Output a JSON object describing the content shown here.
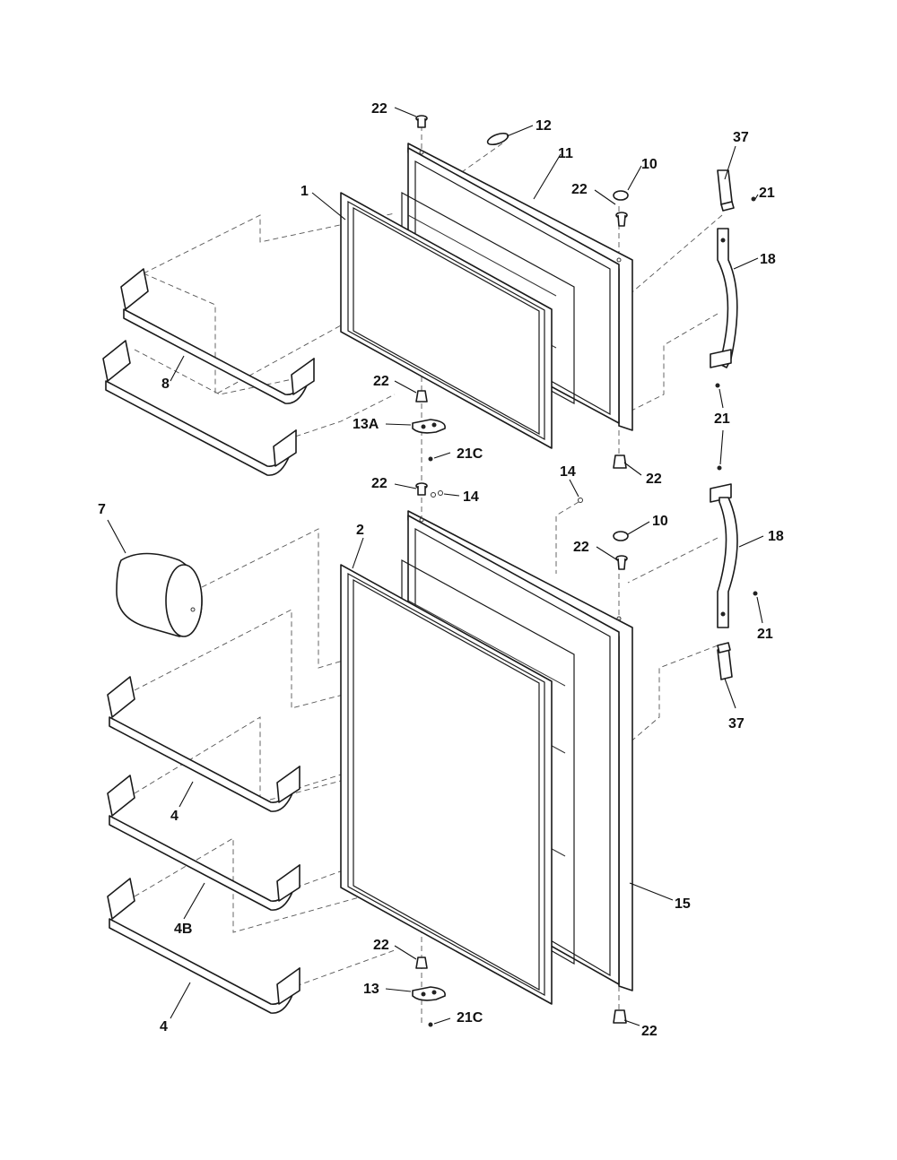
{
  "callouts": {
    "c1": "1",
    "c2": "2",
    "c4a": "4",
    "c4b": "4B",
    "c4c": "4",
    "c7": "7",
    "c8": "8",
    "c10a": "10",
    "c10b": "10",
    "c11": "11",
    "c12": "12",
    "c13": "13",
    "c13a": "13A",
    "c14a": "14",
    "c14b": "14",
    "c15": "15",
    "c18a": "18",
    "c18b": "18",
    "c21a": "21",
    "c21b": "21",
    "c21c": "21",
    "c21ca": "21C",
    "c21cb": "21C",
    "c22a": "22",
    "c22b": "22",
    "c22c": "22",
    "c22d": "22",
    "c22e": "22",
    "c22f": "22",
    "c22g": "22",
    "c22h": "22",
    "c37a": "37",
    "c37b": "37"
  }
}
